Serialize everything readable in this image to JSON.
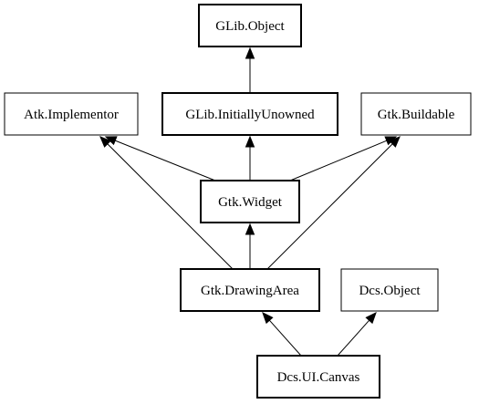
{
  "diagram": {
    "nodes": [
      {
        "id": "glib-object",
        "label": "GLib.Object",
        "border": "thick"
      },
      {
        "id": "atk-implementor",
        "label": "Atk.Implementor",
        "border": "thin"
      },
      {
        "id": "glib-initiallyunowned",
        "label": "GLib.InitiallyUnowned",
        "border": "thick"
      },
      {
        "id": "gtk-buildable",
        "label": "Gtk.Buildable",
        "border": "thin"
      },
      {
        "id": "gtk-widget",
        "label": "Gtk.Widget",
        "border": "thick"
      },
      {
        "id": "gtk-drawingarea",
        "label": "Gtk.DrawingArea",
        "border": "thick"
      },
      {
        "id": "dcs-object",
        "label": "Dcs.Object",
        "border": "thin"
      },
      {
        "id": "dcs-ui-canvas",
        "label": "Dcs.UI.Canvas",
        "border": "thick"
      }
    ],
    "edges": [
      {
        "from": "glib-initiallyunowned",
        "to": "glib-object"
      },
      {
        "from": "gtk-widget",
        "to": "atk-implementor"
      },
      {
        "from": "gtk-widget",
        "to": "glib-initiallyunowned"
      },
      {
        "from": "gtk-widget",
        "to": "gtk-buildable"
      },
      {
        "from": "gtk-drawingarea",
        "to": "atk-implementor"
      },
      {
        "from": "gtk-drawingarea",
        "to": "gtk-widget"
      },
      {
        "from": "gtk-drawingarea",
        "to": "gtk-buildable"
      },
      {
        "from": "dcs-ui-canvas",
        "to": "gtk-drawingarea"
      },
      {
        "from": "dcs-ui-canvas",
        "to": "dcs-object"
      }
    ]
  }
}
